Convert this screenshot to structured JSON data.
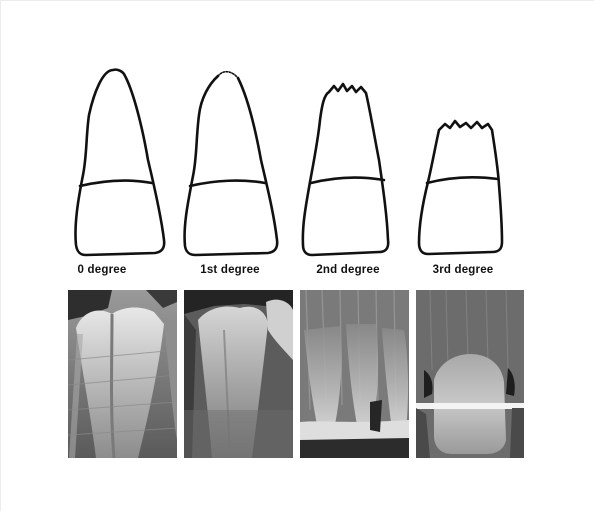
{
  "stages": [
    {
      "id": "s0",
      "label": "0 degree"
    },
    {
      "id": "s1",
      "label": "1st degree"
    },
    {
      "id": "s2",
      "label": "2nd degree"
    },
    {
      "id": "s3",
      "label": "3rd degree"
    }
  ],
  "colors": {
    "outline": "#111111",
    "background": "#ffffff",
    "xray_dark": "#2a2a2a",
    "xray_light": "#e6e6e6"
  }
}
